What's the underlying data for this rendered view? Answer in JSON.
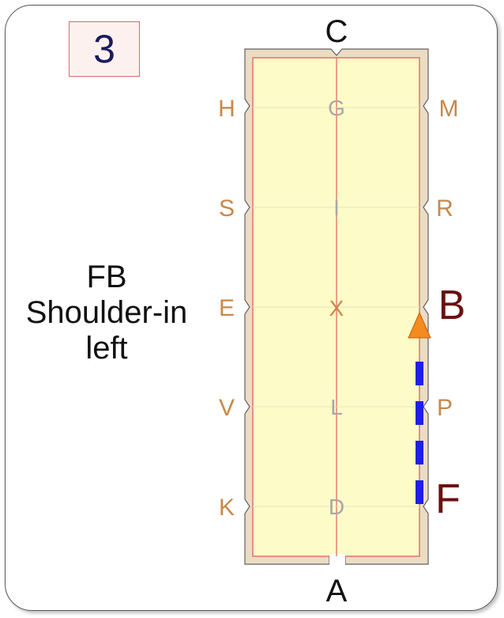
{
  "card": {
    "number": "3"
  },
  "exercise": {
    "line1": "FB",
    "line2": "Shoulder-in",
    "line3": "left"
  },
  "arena": {
    "top_letter": "C",
    "bottom_letter": "A",
    "left_letters": [
      "H",
      "S",
      "E",
      "V",
      "K"
    ],
    "right_letters": [
      "M",
      "R",
      "B",
      "P",
      "F"
    ],
    "center_letters": [
      "G",
      "I",
      "X",
      "L",
      "D"
    ],
    "highlighted_start": "F",
    "highlighted_end": "B"
  },
  "colors": {
    "arena_fill": "#fdfbc7",
    "border_fill": "#ecdcc4",
    "border_line": "#e06060",
    "outline": "#606060",
    "marker_letter": "#c8884a",
    "center_letter": "#a8a8a8",
    "highlight_letter": "#6b0f0f",
    "path": "#1f1fe6",
    "arrow": "#f58a1f"
  }
}
